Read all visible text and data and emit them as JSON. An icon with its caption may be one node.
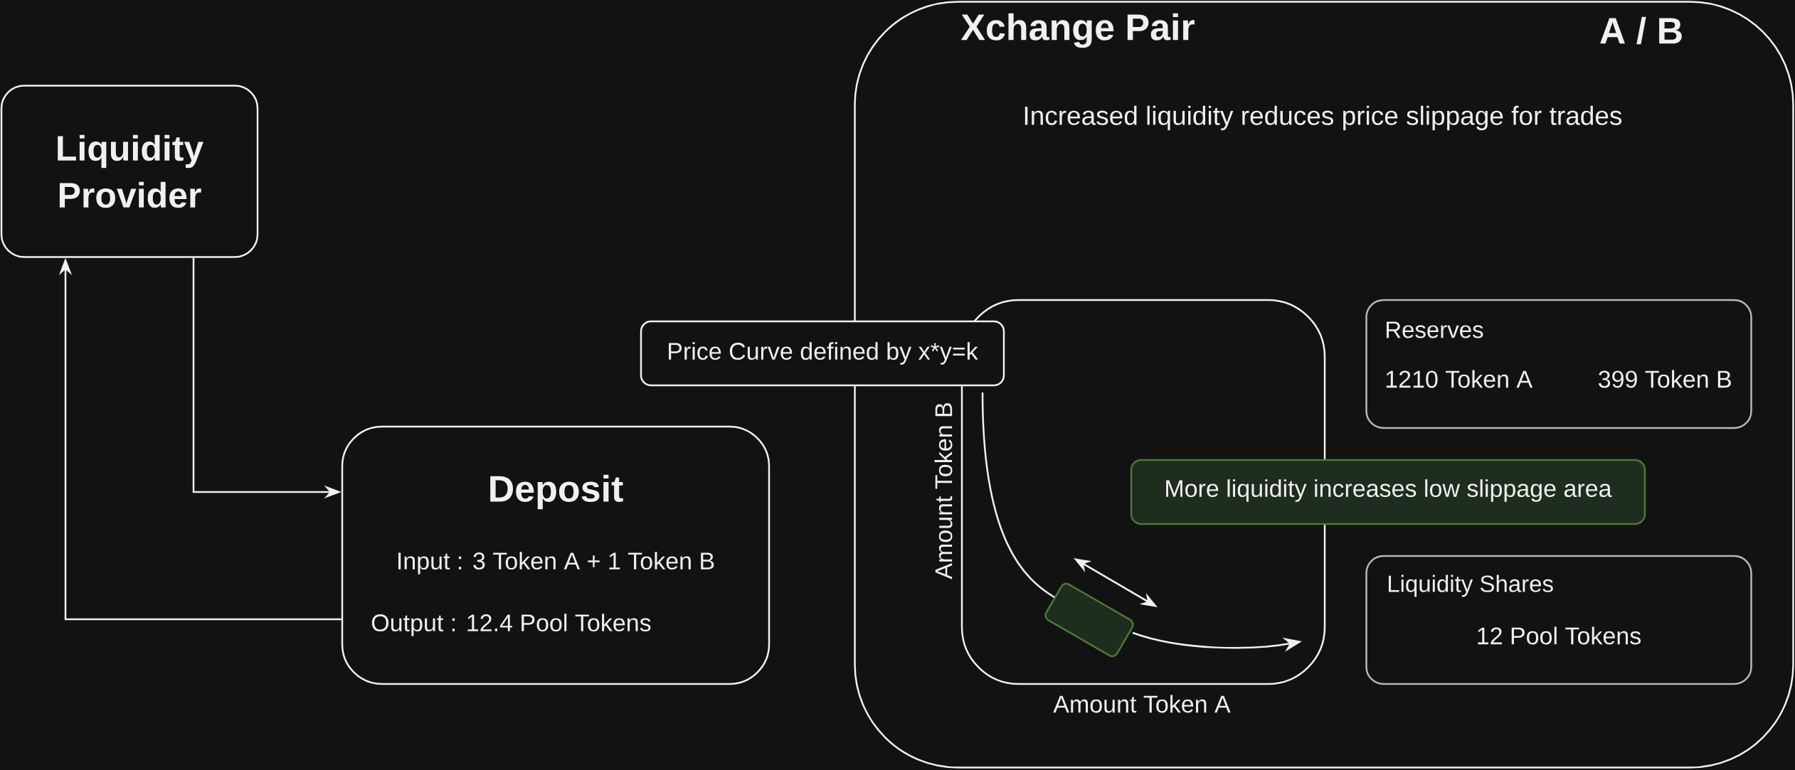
{
  "diagram": {
    "nodes": [
      {
        "text": [
          "Liquidity Provider"
        ]
      },
      {
        "text": [
          "Deposit",
          "Input : 3 Token A + 1 Token B",
          "Output : 12.4 Pool Tokens"
        ]
      },
      {
        "text": [
          "Xchange Pair",
          "A / B",
          "Increased liquidity reduces price slippage for trades"
        ]
      },
      {
        "text": [
          "Price Curve defined by x*y=k"
        ]
      },
      {
        "text": [],
        "shape": "box",
        "in": 2,
        "beside": [
          "Amount Token B",
          "Amount Token A"
        ]
      },
      {
        "text": [
          "Reserves",
          "1210 Token A",
          "399 Token B"
        ],
        "in": 2
      },
      {
        "text": [
          "More liquidity increases low slippage area"
        ],
        "in": 2
      },
      {
        "text": [
          "Liquidity Shares",
          "12 Pool Tokens"
        ],
        "in": 2
      },
      {
        "text": [],
        "shape": "box",
        "in": 4
      }
    ],
    "edges": [
      {
        "from": 0,
        "to": 1,
        "arrow": "to"
      },
      {
        "from": 1,
        "to": 0,
        "arrow": "to"
      }
    ]
  }
}
